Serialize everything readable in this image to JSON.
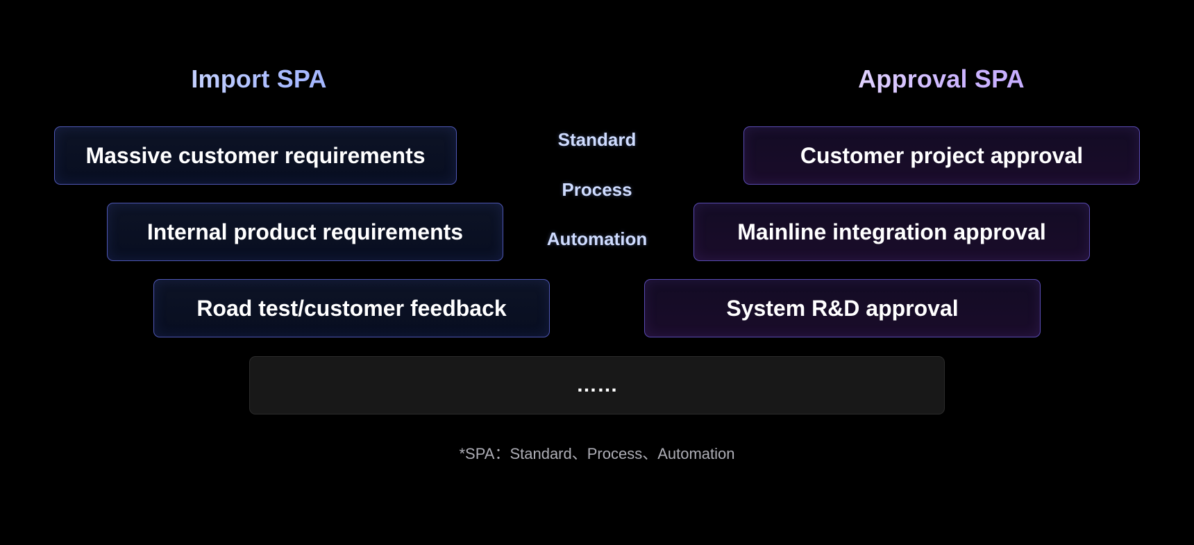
{
  "headings": {
    "left": "Import SPA",
    "right": "Approval SPA"
  },
  "import_items": [
    "Massive customer requirements",
    "Internal product requirements",
    "Road test/customer feedback"
  ],
  "approval_items": [
    "Customer project approval",
    "Mainline integration approval",
    "System R&D approval"
  ],
  "middle_words": [
    "Standard",
    "Process",
    "Automation"
  ],
  "bottom_box": "……",
  "footnote": "*SPA：Standard、Process、Automation",
  "colors": {
    "background": "#000000",
    "import_border": "#4f58b6",
    "approval_border": "#5a4cb4",
    "heading_blue": "#a9bbff",
    "heading_purple": "#cdb6ff"
  }
}
